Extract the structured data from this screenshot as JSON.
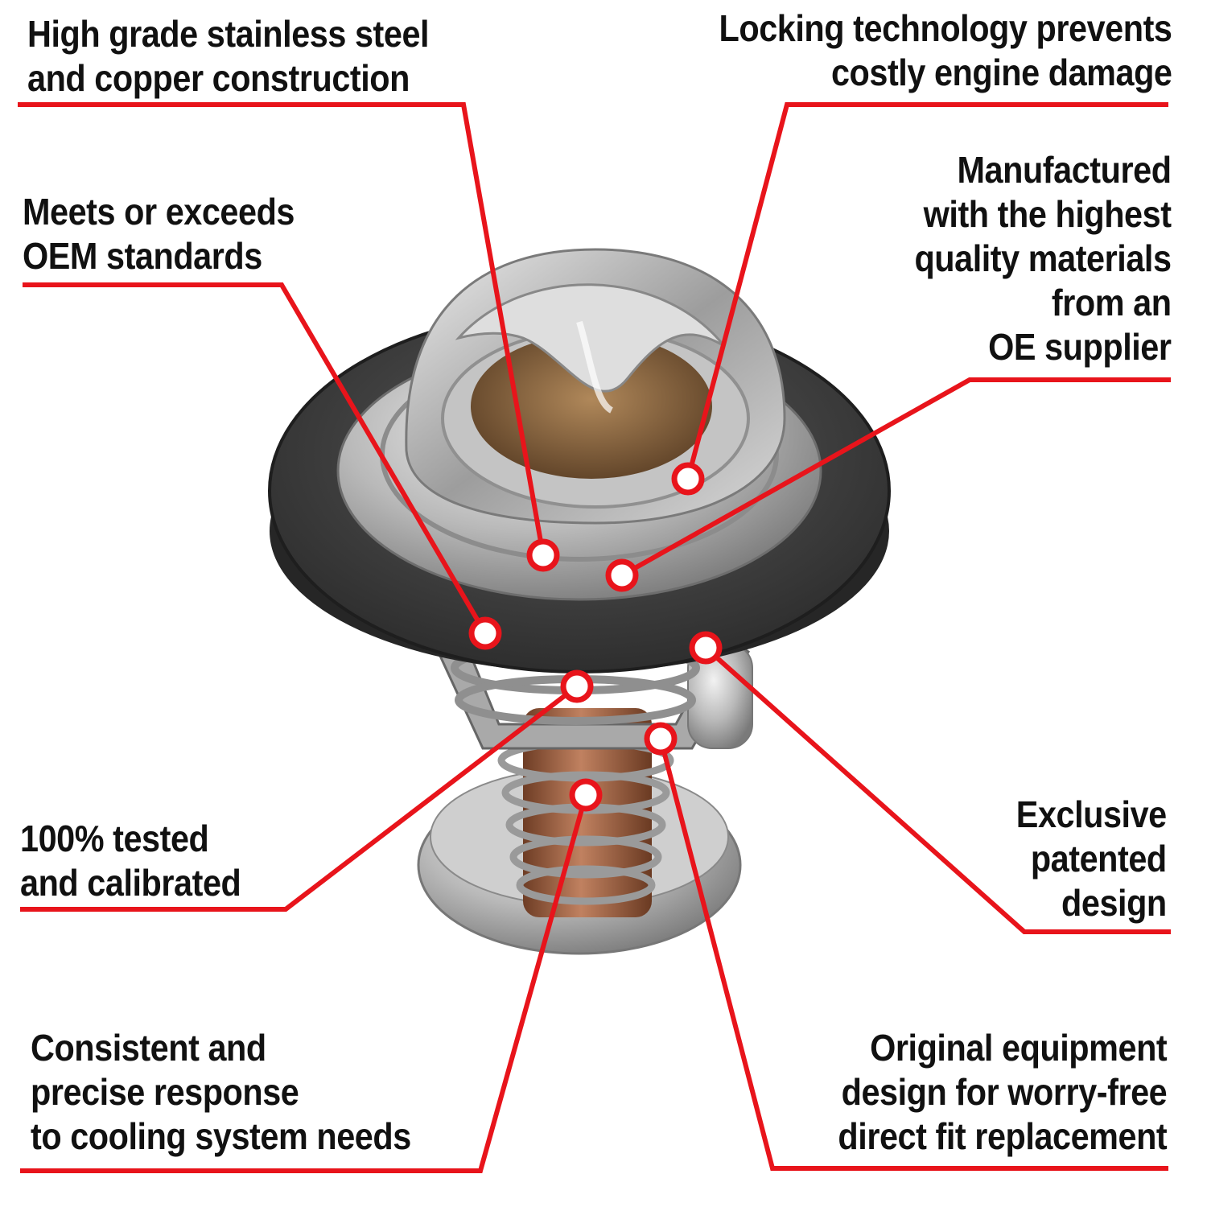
{
  "accent_color": "#e8141b",
  "callouts": [
    {
      "id": "stainless",
      "lines": [
        "High grade stainless steel",
        "and copper construction"
      ]
    },
    {
      "id": "locking",
      "lines": [
        "Locking technology prevents",
        "costly engine damage"
      ]
    },
    {
      "id": "oem-standards",
      "lines": [
        "Meets or exceeds",
        "OEM standards"
      ]
    },
    {
      "id": "materials",
      "lines": [
        "Manufactured",
        "with the highest",
        "quality materials",
        "from an",
        "OE supplier"
      ]
    },
    {
      "id": "exclusive",
      "lines": [
        "Exclusive",
        "patented",
        "design"
      ]
    },
    {
      "id": "tested",
      "lines": [
        "100% tested",
        "and calibrated"
      ]
    },
    {
      "id": "consistent",
      "lines": [
        "Consistent and",
        "precise response",
        "to cooling system needs"
      ]
    },
    {
      "id": "original",
      "lines": [
        "Original equipment",
        "design for worry-free",
        "direct fit replacement"
      ]
    }
  ]
}
